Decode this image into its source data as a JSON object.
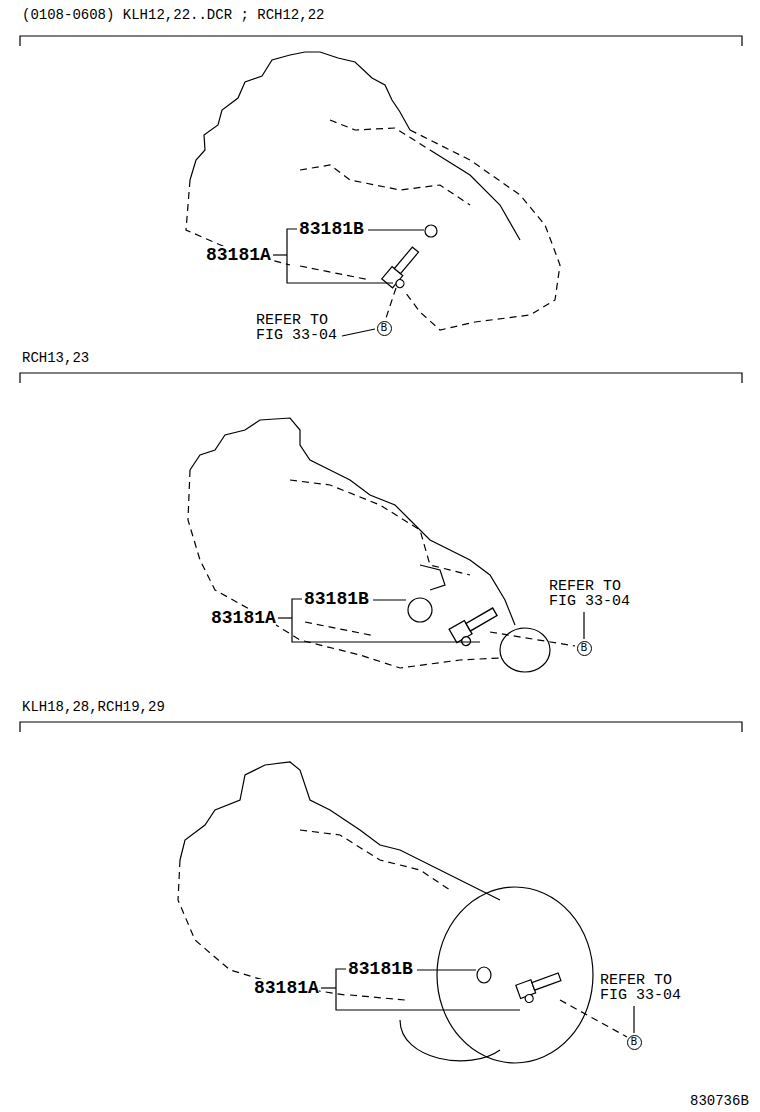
{
  "diagram": {
    "nodes": [
      {
        "text": [
          "B"
        ]
      },
      {
        "text": [
          "B"
        ]
      },
      {
        "text": [
          "B"
        ]
      }
    ],
    "labels": [
      "(0108-0608) KLH12,22..DCR ; RCH12,22",
      "83181B",
      "83181A",
      "REFER TO FIG 33-04",
      "RCH13,23",
      "83181B",
      "83181A",
      "REFER TO FIG 33-04",
      "KLH18,28,RCH19,29",
      "83181B",
      "83181A",
      "REFER TO FIG 33-04",
      "830736B"
    ]
  }
}
